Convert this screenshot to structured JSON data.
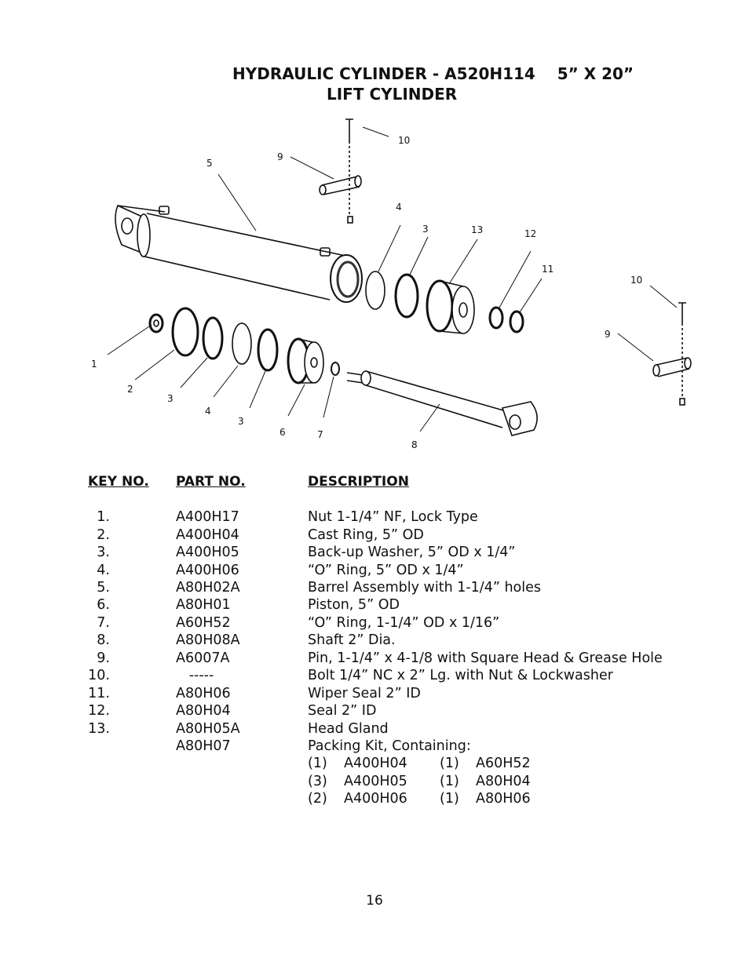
{
  "title_line1": "HYDRAULIC CYLINDER - A520H114    5” X 20”",
  "title_line2": "LIFT CYLINDER",
  "callouts": {
    "c1": "1",
    "c2": "2",
    "c3a": "3",
    "c3b": "3",
    "c3c": "3",
    "c4a": "4",
    "c4b": "4",
    "c5": "5",
    "c6": "6",
    "c7": "7",
    "c8": "8",
    "c9a": "9",
    "c9b": "9",
    "c10a": "10",
    "c10b": "10",
    "c11": "11",
    "c12": "12",
    "c13": "13"
  },
  "headers": {
    "key": "KEY NO.",
    "part": "PART  NO.",
    "desc": "DESCRIPTION"
  },
  "parts": [
    {
      "key": "1.",
      "part": "A400H17",
      "desc": "Nut 1-1/4” NF,  Lock Type"
    },
    {
      "key": "2.",
      "part": "A400H04",
      "desc": "Cast Ring,  5” OD"
    },
    {
      "key": "3.",
      "part": "A400H05",
      "desc": "Back-up Washer,  5” OD x 1/4”"
    },
    {
      "key": "4.",
      "part": "A400H06",
      "desc": "“O” Ring,  5” OD x 1/4”"
    },
    {
      "key": "5.",
      "part": "A80H02A",
      "desc": "Barrel Assembly with 1-1/4” holes"
    },
    {
      "key": "6.",
      "part": "A80H01",
      "desc": "Piston,  5” OD"
    },
    {
      "key": "7.",
      "part": "A60H52",
      "desc": "“O” Ring,  1-1/4” OD x 1/16”"
    },
    {
      "key": "8.",
      "part": "A80H08A",
      "desc": "Shaft  2” Dia."
    },
    {
      "key": "9.",
      "part": "A6007A",
      "desc": "Pin, 1-1/4” x 4-1/8 with Square Head & Grease Hole"
    },
    {
      "key": "10.",
      "part": "   -----",
      "desc": "Bolt 1/4” NC x 2” Lg. with Nut & Lockwasher"
    },
    {
      "key": "11.",
      "part": "A80H06",
      "desc": "Wiper Seal 2” ID"
    },
    {
      "key": "12.",
      "part": "A80H04",
      "desc": "Seal  2” ID"
    },
    {
      "key": "13.",
      "part": "A80H05A",
      "desc": "Head Gland"
    },
    {
      "key": "",
      "part": "A80H07",
      "desc": "Packing Kit,  Containing:"
    }
  ],
  "kit": [
    {
      "qa": "(1)",
      "pa": "A400H04",
      "qb": "(1)",
      "pb": "A60H52"
    },
    {
      "qa": "(3)",
      "pa": "A400H05",
      "qb": "(1)",
      "pb": "A80H04"
    },
    {
      "qa": "(2)",
      "pa": "A400H06",
      "qb": "(1)",
      "pb": "A80H06"
    }
  ],
  "page_number": "16"
}
